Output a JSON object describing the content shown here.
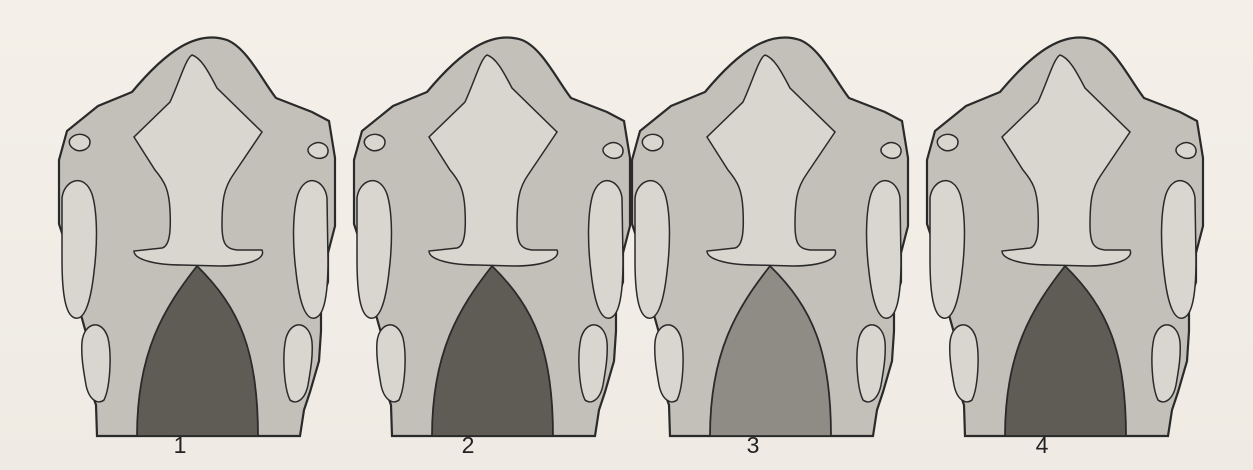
{
  "figures": [
    {
      "label": "1",
      "fill_color": "#5f5c56"
    },
    {
      "label": "2",
      "fill_color": "#5f5c56"
    },
    {
      "label": "3",
      "fill_color": "#8f8c86"
    },
    {
      "label": "4",
      "fill_color": "#5f5c56"
    }
  ],
  "colors": {
    "background": "#f3efe8",
    "outline": "#2a2a2a",
    "body": "#c3c0ba",
    "inner": "#d9d6cf",
    "dark": "#5f5c56",
    "medium": "#8f8c86"
  }
}
